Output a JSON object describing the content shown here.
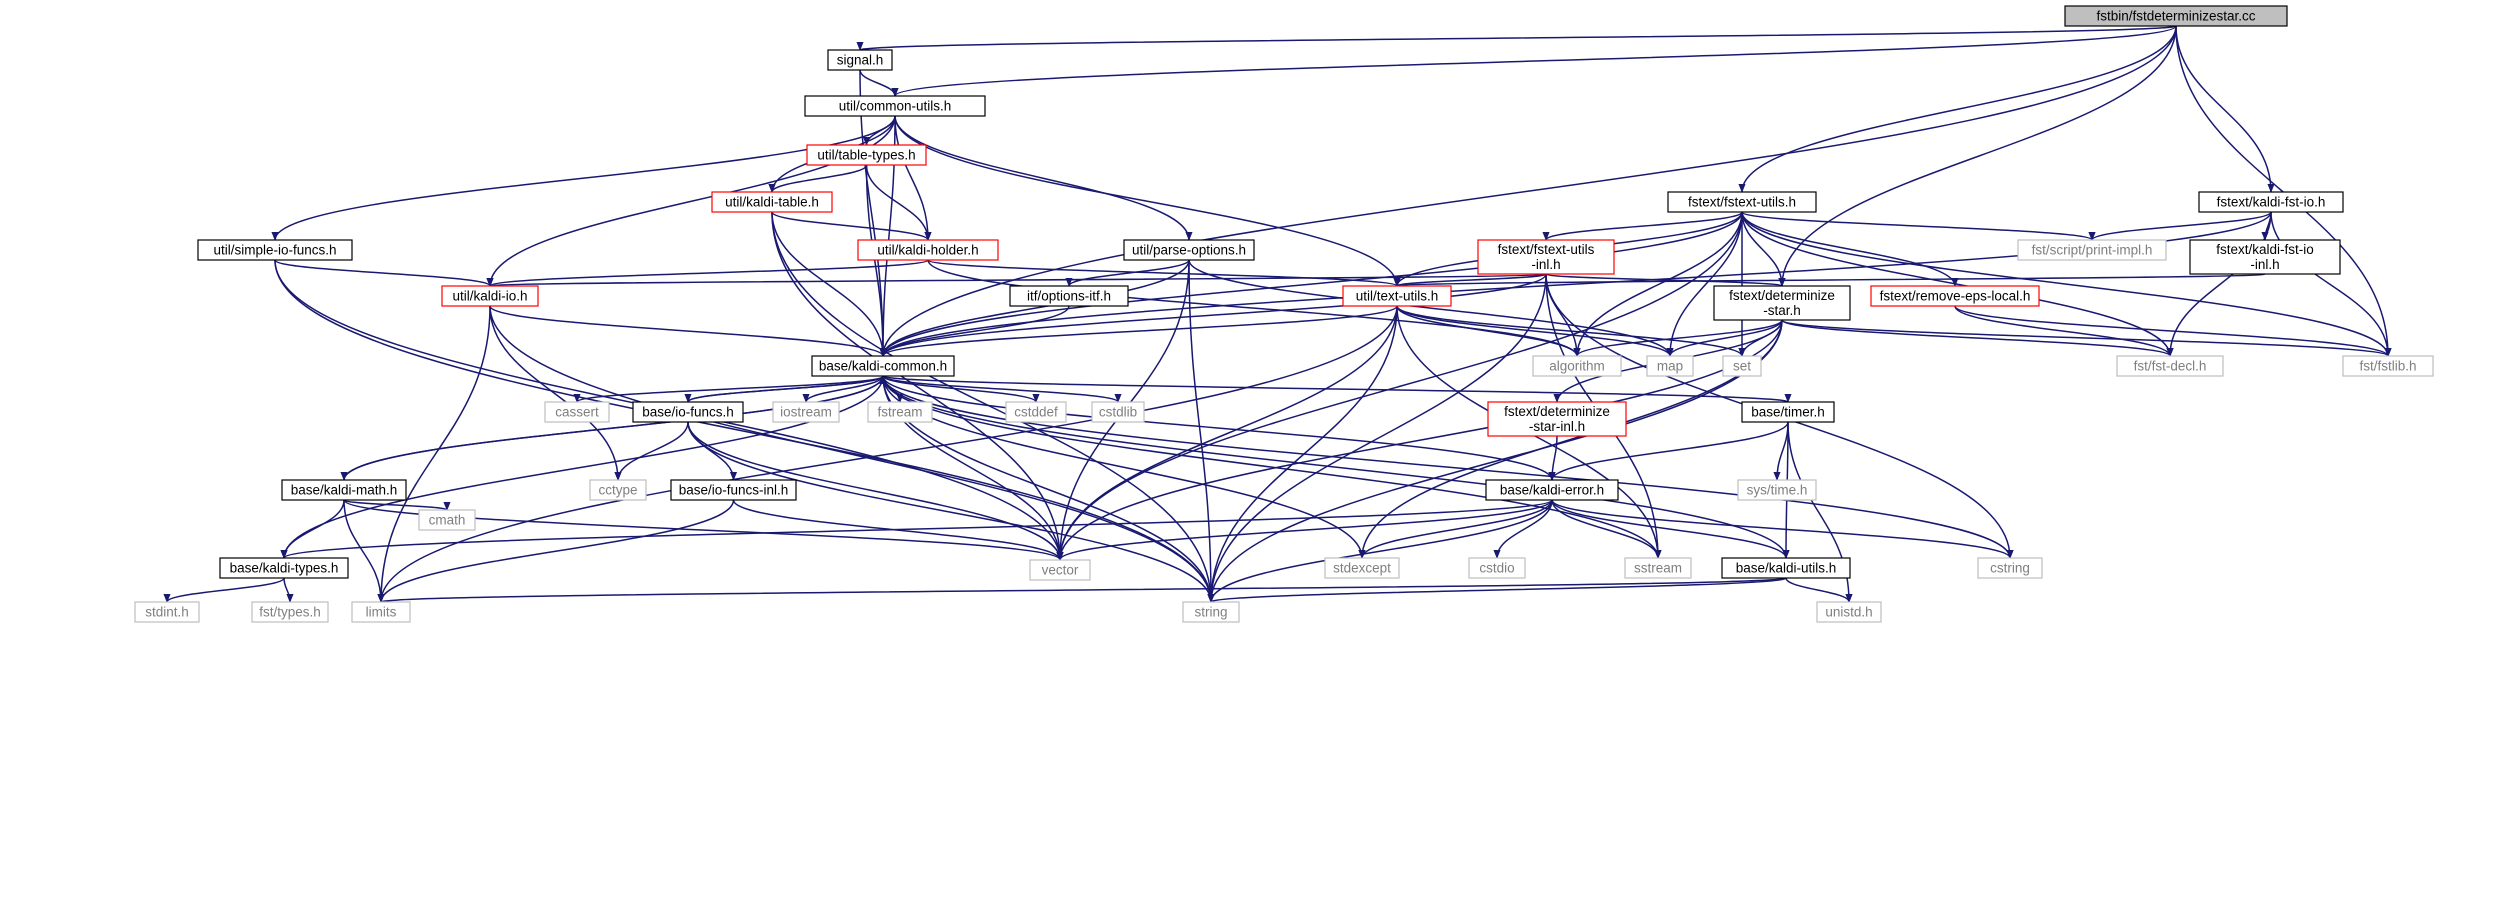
{
  "colors": {
    "edge": "#191970",
    "root_fill": "#bfbfbf",
    "local_border": "#000000",
    "truncated_border": "#ff0000",
    "system_border": "#bfbfbf",
    "system_text": "#7f7f7f",
    "text": "#000000"
  },
  "nodes": [
    {
      "id": "root",
      "lines": [
        "fstbin/fstdeterminizestar.cc"
      ],
      "kind": "root"
    },
    {
      "id": "signal",
      "lines": [
        "signal.h"
      ],
      "kind": "local"
    },
    {
      "id": "common_utils",
      "lines": [
        "util/common-utils.h"
      ],
      "kind": "local"
    },
    {
      "id": "table_types",
      "lines": [
        "util/table-types.h"
      ],
      "kind": "truncated"
    },
    {
      "id": "kaldi_table",
      "lines": [
        "util/kaldi-table.h"
      ],
      "kind": "truncated"
    },
    {
      "id": "kaldi_holder",
      "lines": [
        "util/kaldi-holder.h"
      ],
      "kind": "truncated"
    },
    {
      "id": "simple_io",
      "lines": [
        "util/simple-io-funcs.h"
      ],
      "kind": "local"
    },
    {
      "id": "kaldi_io",
      "lines": [
        "util/kaldi-io.h"
      ],
      "kind": "truncated"
    },
    {
      "id": "parse_options",
      "lines": [
        "util/parse-options.h"
      ],
      "kind": "local"
    },
    {
      "id": "options_itf",
      "lines": [
        "itf/options-itf.h"
      ],
      "kind": "local"
    },
    {
      "id": "text_utils",
      "lines": [
        "util/text-utils.h"
      ],
      "kind": "truncated"
    },
    {
      "id": "fstext_utils",
      "lines": [
        "fstext/fstext-utils.h"
      ],
      "kind": "local"
    },
    {
      "id": "fstext_utils_inl",
      "lines": [
        "fstext/fstext-utils",
        "-inl.h"
      ],
      "kind": "truncated"
    },
    {
      "id": "print_impl",
      "lines": [
        "fst/script/print-impl.h"
      ],
      "kind": "system"
    },
    {
      "id": "kaldi_fst_io",
      "lines": [
        "fstext/kaldi-fst-io.h"
      ],
      "kind": "local"
    },
    {
      "id": "kaldi_fst_io_inl",
      "lines": [
        "fstext/kaldi-fst-io",
        "-inl.h"
      ],
      "kind": "local"
    },
    {
      "id": "remove_eps",
      "lines": [
        "fstext/remove-eps-local.h"
      ],
      "kind": "truncated"
    },
    {
      "id": "determinize_star",
      "lines": [
        "fstext/determinize",
        "-star.h"
      ],
      "kind": "local"
    },
    {
      "id": "fst_decl",
      "lines": [
        "fst/fst-decl.h"
      ],
      "kind": "system"
    },
    {
      "id": "fstlib",
      "lines": [
        "fst/fstlib.h"
      ],
      "kind": "system"
    },
    {
      "id": "algorithm",
      "lines": [
        "algorithm"
      ],
      "kind": "system"
    },
    {
      "id": "map",
      "lines": [
        "map"
      ],
      "kind": "system"
    },
    {
      "id": "set",
      "lines": [
        "set"
      ],
      "kind": "system"
    },
    {
      "id": "kaldi_common",
      "lines": [
        "base/kaldi-common.h"
      ],
      "kind": "local"
    },
    {
      "id": "cassert",
      "lines": [
        "cassert"
      ],
      "kind": "system"
    },
    {
      "id": "io_funcs",
      "lines": [
        "base/io-funcs.h"
      ],
      "kind": "local"
    },
    {
      "id": "iostream",
      "lines": [
        "iostream"
      ],
      "kind": "system"
    },
    {
      "id": "fstream",
      "lines": [
        "fstream"
      ],
      "kind": "system"
    },
    {
      "id": "cstddef",
      "lines": [
        "cstddef"
      ],
      "kind": "system"
    },
    {
      "id": "cstdlib",
      "lines": [
        "cstdlib"
      ],
      "kind": "system"
    },
    {
      "id": "det_star_inl",
      "lines": [
        "fstext/determinize",
        "-star-inl.h"
      ],
      "kind": "truncated"
    },
    {
      "id": "timer",
      "lines": [
        "base/timer.h"
      ],
      "kind": "local"
    },
    {
      "id": "cctype",
      "lines": [
        "cctype"
      ],
      "kind": "system"
    },
    {
      "id": "io_funcs_inl",
      "lines": [
        "base/io-funcs-inl.h"
      ],
      "kind": "local"
    },
    {
      "id": "kaldi_math",
      "lines": [
        "base/kaldi-math.h"
      ],
      "kind": "local"
    },
    {
      "id": "kaldi_error",
      "lines": [
        "base/kaldi-error.h"
      ],
      "kind": "local"
    },
    {
      "id": "sys_time",
      "lines": [
        "sys/time.h"
      ],
      "kind": "system"
    },
    {
      "id": "cmath",
      "lines": [
        "cmath"
      ],
      "kind": "system"
    },
    {
      "id": "kaldi_types",
      "lines": [
        "base/kaldi-types.h"
      ],
      "kind": "local"
    },
    {
      "id": "vector",
      "lines": [
        "vector"
      ],
      "kind": "system"
    },
    {
      "id": "stdexcept",
      "lines": [
        "stdexcept"
      ],
      "kind": "system"
    },
    {
      "id": "cstdio",
      "lines": [
        "cstdio"
      ],
      "kind": "system"
    },
    {
      "id": "sstream",
      "lines": [
        "sstream"
      ],
      "kind": "system"
    },
    {
      "id": "kaldi_utils",
      "lines": [
        "base/kaldi-utils.h"
      ],
      "kind": "local"
    },
    {
      "id": "cstring",
      "lines": [
        "cstring"
      ],
      "kind": "system"
    },
    {
      "id": "stdint",
      "lines": [
        "stdint.h"
      ],
      "kind": "system"
    },
    {
      "id": "fst_types",
      "lines": [
        "fst/types.h"
      ],
      "kind": "system"
    },
    {
      "id": "limits",
      "lines": [
        "limits"
      ],
      "kind": "system"
    },
    {
      "id": "string",
      "lines": [
        "string"
      ],
      "kind": "system"
    },
    {
      "id": "unistd",
      "lines": [
        "unistd.h"
      ],
      "kind": "system"
    }
  ],
  "edges": [
    [
      "root",
      "signal"
    ],
    [
      "root",
      "common_utils"
    ],
    [
      "root",
      "kaldi_common"
    ],
    [
      "root",
      "fstext_utils"
    ],
    [
      "root",
      "kaldi_fst_io"
    ],
    [
      "root",
      "determinize_star"
    ],
    [
      "root",
      "fstlib"
    ],
    [
      "signal",
      "common_utils"
    ],
    [
      "signal",
      "kaldi_common"
    ],
    [
      "common_utils",
      "table_types"
    ],
    [
      "common_utils",
      "kaldi_table"
    ],
    [
      "common_utils",
      "kaldi_holder"
    ],
    [
      "common_utils",
      "simple_io"
    ],
    [
      "common_utils",
      "kaldi_io"
    ],
    [
      "common_utils",
      "parse_options"
    ],
    [
      "common_utils",
      "text_utils"
    ],
    [
      "common_utils",
      "kaldi_common"
    ],
    [
      "table_types",
      "kaldi_table"
    ],
    [
      "table_types",
      "kaldi_holder"
    ],
    [
      "table_types",
      "kaldi_common"
    ],
    [
      "kaldi_table",
      "kaldi_holder"
    ],
    [
      "kaldi_table",
      "kaldi_common"
    ],
    [
      "kaldi_table",
      "vector"
    ],
    [
      "kaldi_table",
      "string"
    ],
    [
      "kaldi_holder",
      "kaldi_io"
    ],
    [
      "kaldi_holder",
      "text_utils"
    ],
    [
      "kaldi_holder",
      "algorithm"
    ],
    [
      "simple_io",
      "kaldi_io"
    ],
    [
      "simple_io",
      "vector"
    ],
    [
      "simple_io",
      "string"
    ],
    [
      "kaldi_io",
      "kaldi_common"
    ],
    [
      "kaldi_io",
      "cctype"
    ],
    [
      "kaldi_io",
      "string"
    ],
    [
      "kaldi_io",
      "limits"
    ],
    [
      "parse_options",
      "options_itf"
    ],
    [
      "parse_options",
      "kaldi_common"
    ],
    [
      "parse_options",
      "map"
    ],
    [
      "parse_options",
      "vector"
    ],
    [
      "parse_options",
      "string"
    ],
    [
      "options_itf",
      "kaldi_common"
    ],
    [
      "text_utils",
      "algorithm"
    ],
    [
      "text_utils",
      "map"
    ],
    [
      "text_utils",
      "set"
    ],
    [
      "text_utils",
      "kaldi_common"
    ],
    [
      "text_utils",
      "vector"
    ],
    [
      "text_utils",
      "limits"
    ],
    [
      "text_utils",
      "string"
    ],
    [
      "text_utils",
      "sstream"
    ],
    [
      "fstext_utils",
      "fstext_utils_inl"
    ],
    [
      "fstext_utils",
      "print_impl"
    ],
    [
      "fstext_utils",
      "remove_eps"
    ],
    [
      "fstext_utils",
      "determinize_star"
    ],
    [
      "fstext_utils",
      "fst_decl"
    ],
    [
      "fstext_utils",
      "fstlib"
    ],
    [
      "fstext_utils",
      "algorithm"
    ],
    [
      "fstext_utils",
      "map"
    ],
    [
      "fstext_utils",
      "set"
    ],
    [
      "fstext_utils",
      "vector"
    ],
    [
      "fstext_utils",
      "text_utils"
    ],
    [
      "fstext_utils",
      "kaldi_common"
    ],
    [
      "fstext_utils_inl",
      "text_utils"
    ],
    [
      "fstext_utils_inl",
      "kaldi_io"
    ],
    [
      "fstext_utils_inl",
      "determinize_star"
    ],
    [
      "fstext_utils_inl",
      "kaldi_common"
    ],
    [
      "fstext_utils_inl",
      "algorithm"
    ],
    [
      "fstext_utils_inl",
      "cstring"
    ],
    [
      "fstext_utils_inl",
      "string"
    ],
    [
      "fstext_utils_inl",
      "sstream"
    ],
    [
      "kaldi_fst_io",
      "kaldi_fst_io_inl"
    ],
    [
      "kaldi_fst_io",
      "print_impl"
    ],
    [
      "kaldi_fst_io",
      "fst_decl"
    ],
    [
      "kaldi_fst_io",
      "fstlib"
    ],
    [
      "kaldi_fst_io",
      "kaldi_common"
    ],
    [
      "kaldi_fst_io_inl",
      "text_utils"
    ],
    [
      "remove_eps",
      "fst_decl"
    ],
    [
      "remove_eps",
      "fstlib"
    ],
    [
      "determinize_star",
      "fst_decl"
    ],
    [
      "determinize_star",
      "fstlib"
    ],
    [
      "determinize_star",
      "algorithm"
    ],
    [
      "determinize_star",
      "map"
    ],
    [
      "determinize_star",
      "set"
    ],
    [
      "determinize_star",
      "det_star_inl"
    ],
    [
      "determinize_star",
      "vector"
    ],
    [
      "determinize_star",
      "stdexcept"
    ],
    [
      "determinize_star",
      "string"
    ],
    [
      "det_star_inl",
      "kaldi_error"
    ],
    [
      "kaldi_common",
      "cassert"
    ],
    [
      "kaldi_common",
      "io_funcs"
    ],
    [
      "kaldi_common",
      "iostream"
    ],
    [
      "kaldi_common",
      "fstream"
    ],
    [
      "kaldi_common",
      "cstddef"
    ],
    [
      "kaldi_common",
      "cstdlib"
    ],
    [
      "kaldi_common",
      "timer"
    ],
    [
      "kaldi_common",
      "kaldi_math"
    ],
    [
      "kaldi_common",
      "kaldi_error"
    ],
    [
      "kaldi_common",
      "kaldi_types"
    ],
    [
      "kaldi_common",
      "kaldi_utils"
    ],
    [
      "kaldi_common",
      "vector"
    ],
    [
      "kaldi_common",
      "string"
    ],
    [
      "kaldi_common",
      "stdexcept"
    ],
    [
      "kaldi_common",
      "cstring"
    ],
    [
      "kaldi_common",
      "sstream"
    ],
    [
      "io_funcs",
      "kaldi_common"
    ],
    [
      "io_funcs",
      "cctype"
    ],
    [
      "io_funcs",
      "io_funcs_inl"
    ],
    [
      "io_funcs",
      "vector"
    ],
    [
      "io_funcs",
      "string"
    ],
    [
      "io_funcs_inl",
      "vector"
    ],
    [
      "io_funcs_inl",
      "limits"
    ],
    [
      "kaldi_math",
      "kaldi_common"
    ],
    [
      "kaldi_math",
      "kaldi_types"
    ],
    [
      "kaldi_math",
      "cmath"
    ],
    [
      "kaldi_math",
      "limits"
    ],
    [
      "kaldi_math",
      "vector"
    ],
    [
      "timer",
      "sys_time"
    ],
    [
      "timer",
      "kaldi_error"
    ],
    [
      "timer",
      "kaldi_utils"
    ],
    [
      "timer",
      "unistd"
    ],
    [
      "kaldi_error",
      "kaldi_types"
    ],
    [
      "kaldi_error",
      "kaldi_utils"
    ],
    [
      "kaldi_error",
      "vector"
    ],
    [
      "kaldi_error",
      "stdexcept"
    ],
    [
      "kaldi_error",
      "cstdio"
    ],
    [
      "kaldi_error",
      "sstream"
    ],
    [
      "kaldi_error",
      "cstring"
    ],
    [
      "kaldi_error",
      "string"
    ],
    [
      "kaldi_utils",
      "limits"
    ],
    [
      "kaldi_utils",
      "string"
    ],
    [
      "kaldi_utils",
      "unistd"
    ],
    [
      "kaldi_types",
      "stdint"
    ],
    [
      "kaldi_types",
      "fst_types"
    ]
  ]
}
